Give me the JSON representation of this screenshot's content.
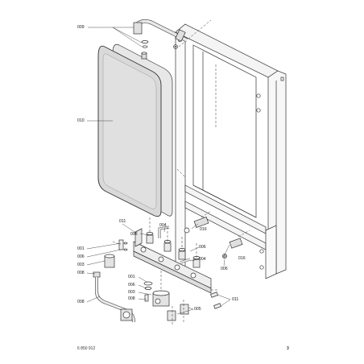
{
  "diagram": {
    "callouts": {
      "c009": "009",
      "c010": "010",
      "c011_top": "011",
      "c006_a": "006",
      "c004_a": "004",
      "c016_a": "016",
      "c006_b": "006",
      "c004_b": "004",
      "c016_b": "016",
      "c006_c": "006",
      "c001_l": "001",
      "c006_l": "006",
      "c003_l": "003",
      "c008_l": "008",
      "c008_low": "008",
      "c001_m": "001",
      "c006_m": "006",
      "c003_m": "003",
      "c008_m": "008",
      "c005": "005",
      "c011_r": "011"
    }
  },
  "footer": {
    "doc_code": "6 850 912",
    "page_number": "3"
  }
}
